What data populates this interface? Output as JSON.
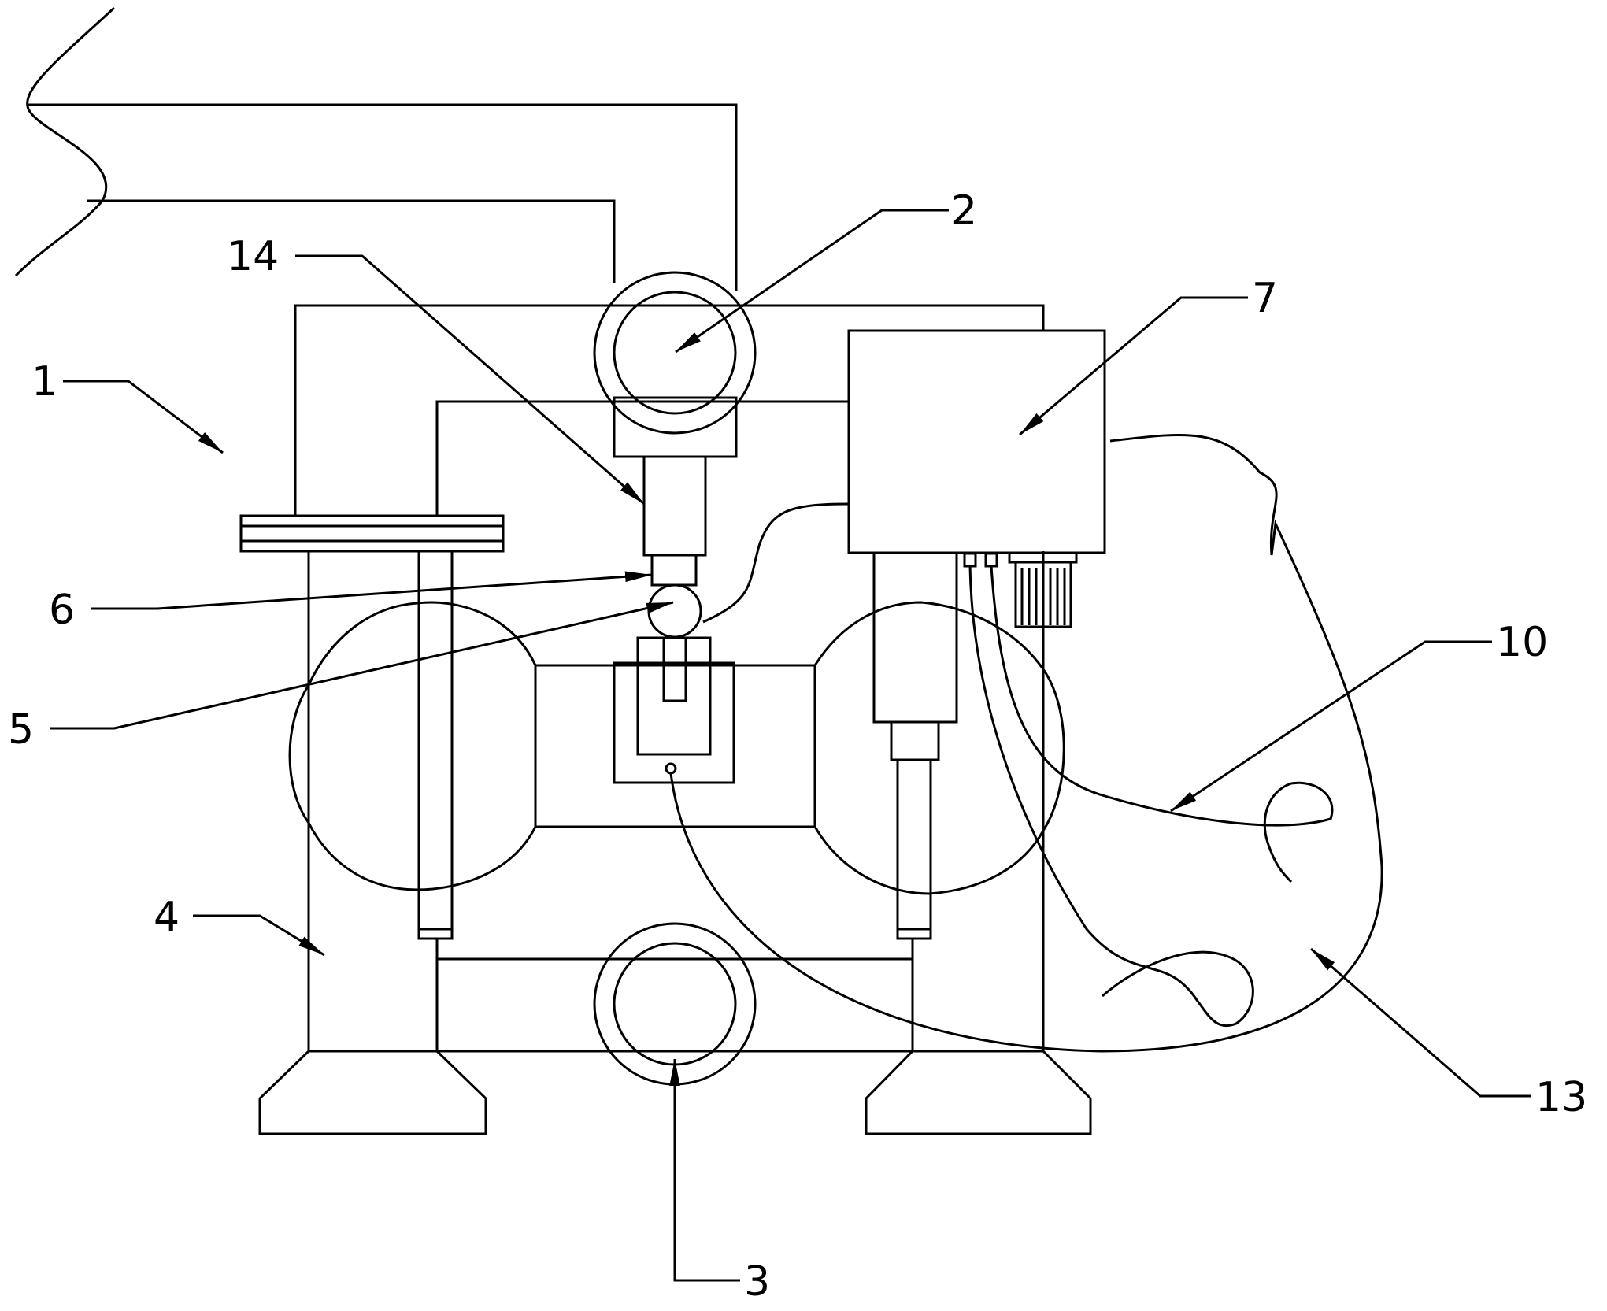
{
  "labels": {
    "l1": "1",
    "l2": "2",
    "l3": "3",
    "l4": "4",
    "l5": "5",
    "l6": "6",
    "l7": "7",
    "l10": "10",
    "l13": "13",
    "l14": "14"
  },
  "colors": {
    "ink": "#000000",
    "paper": "#ffffff"
  }
}
